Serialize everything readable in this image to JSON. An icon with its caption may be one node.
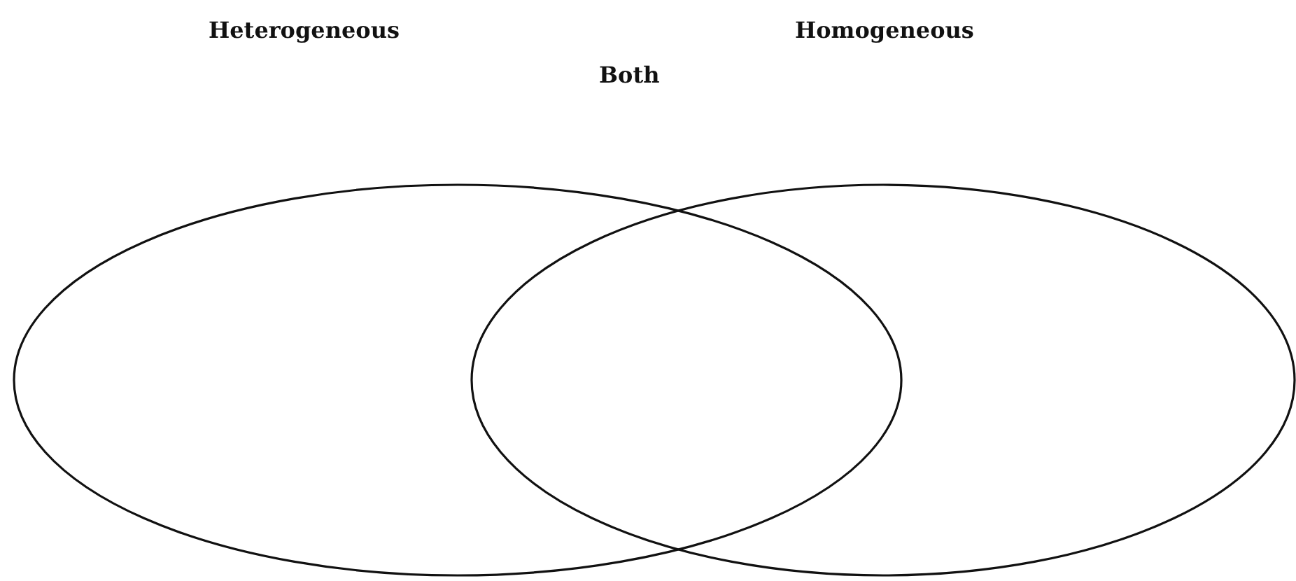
{
  "diagram": {
    "nodes": [
      {
        "text": [],
        "shape": "circle"
      },
      {
        "text": [],
        "shape": "circle"
      }
    ],
    "labels": [
      "Heterogeneous",
      "Homogeneous",
      "Both"
    ]
  }
}
